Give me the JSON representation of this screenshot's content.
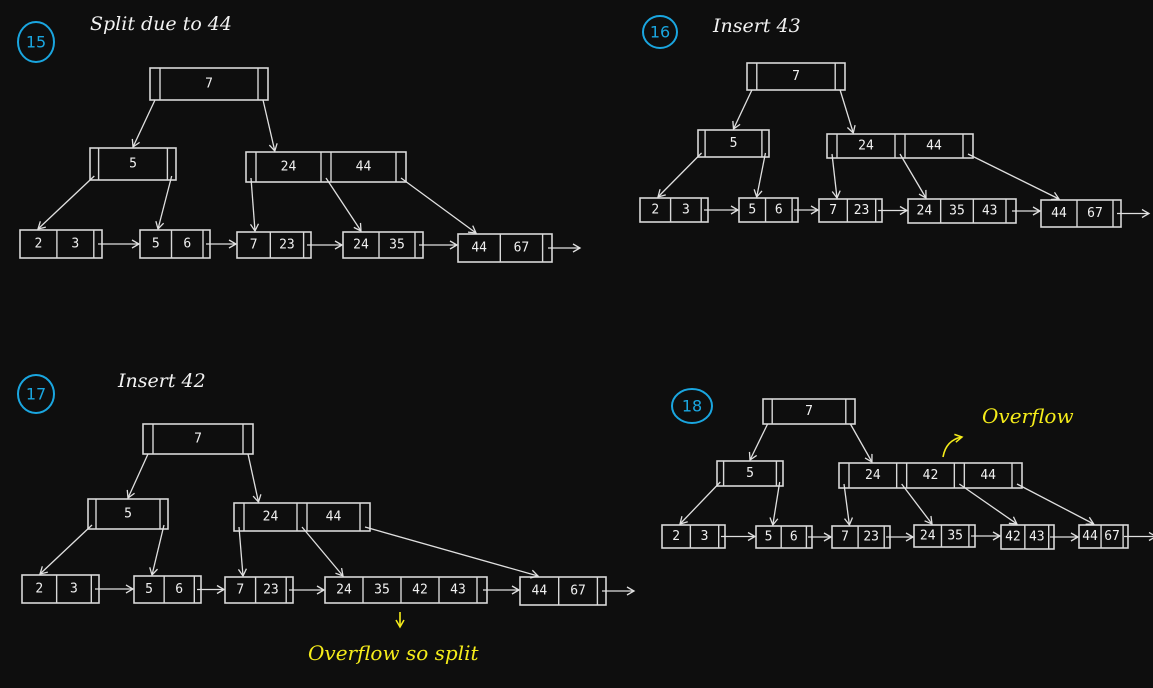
{
  "panels": [
    {
      "step": "15",
      "title": "Split due to 44",
      "root": [
        "7"
      ],
      "internal": [
        [
          "5"
        ],
        [
          "24",
          "44"
        ]
      ],
      "leaves": [
        [
          "2",
          "3"
        ],
        [
          "5",
          "6"
        ],
        [
          "7",
          "23"
        ],
        [
          "24",
          "35"
        ],
        [
          "44",
          "67"
        ]
      ],
      "note": ""
    },
    {
      "step": "16",
      "title": "Insert 43",
      "root": [
        "7"
      ],
      "internal": [
        [
          "5"
        ],
        [
          "24",
          "44"
        ]
      ],
      "leaves": [
        [
          "2",
          "3"
        ],
        [
          "5",
          "6"
        ],
        [
          "7",
          "23"
        ],
        [
          "24",
          "35",
          "43"
        ],
        [
          "44",
          "67"
        ]
      ],
      "note": ""
    },
    {
      "step": "17",
      "title": "Insert 42",
      "root": [
        "7"
      ],
      "internal": [
        [
          "5"
        ],
        [
          "24",
          "44"
        ]
      ],
      "leaves": [
        [
          "2",
          "3"
        ],
        [
          "5",
          "6"
        ],
        [
          "7",
          "23"
        ],
        [
          "24",
          "35",
          "42",
          "43"
        ],
        [
          "44",
          "67"
        ]
      ],
      "note": "Overflow so split"
    },
    {
      "step": "18",
      "title": "",
      "root": [
        "7"
      ],
      "internal": [
        [
          "5"
        ],
        [
          "24",
          "42",
          "44"
        ]
      ],
      "leaves": [
        [
          "2",
          "3"
        ],
        [
          "5",
          "6"
        ],
        [
          "7",
          "23"
        ],
        [
          "24",
          "35"
        ],
        [
          "42",
          "43"
        ],
        [
          "44",
          "67"
        ]
      ],
      "note": "Overflow"
    }
  ],
  "colors": {
    "background": "#0e0e0e",
    "ink": "#e0e0e0",
    "step_marker": "#1aa6e0",
    "annotation": "#f5ec1a"
  }
}
